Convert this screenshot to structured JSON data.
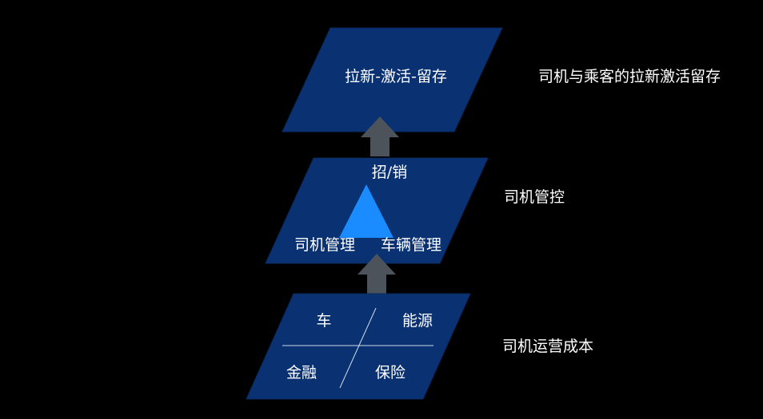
{
  "colors": {
    "background": "#000000",
    "panel": "#0a3273",
    "panel_border": "#08295e",
    "triangle": "#1a8cff",
    "arrow": "#4d535b",
    "text": "#ffffff",
    "divider": "#cfd8e6"
  },
  "layers": {
    "top": {
      "panel_text": "拉新-激活-留存",
      "side_label": "司机与乘客的拉新激活留存"
    },
    "middle": {
      "top_text": "招/销",
      "left_text": "司机管理",
      "right_text": "车辆管理",
      "side_label": "司机管控"
    },
    "bottom": {
      "top_left": "车",
      "top_right": "能源",
      "bottom_left": "金融",
      "bottom_right": "保险",
      "side_label": "司机运营成本"
    }
  },
  "arrows": [
    "arrow-up-icon",
    "arrow-up-icon"
  ]
}
